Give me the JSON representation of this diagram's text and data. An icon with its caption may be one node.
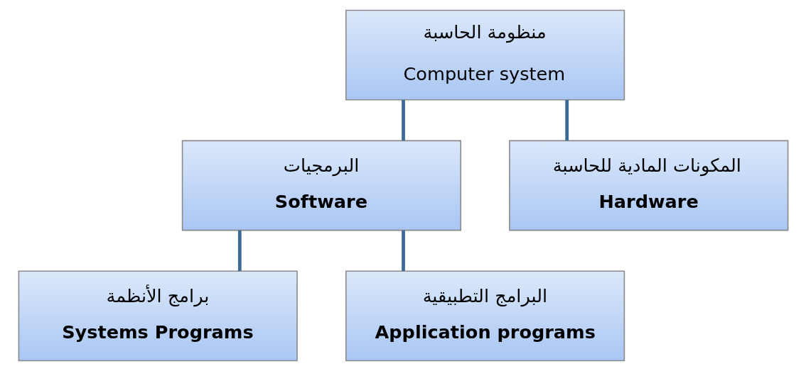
{
  "diagram": {
    "nodes": [
      {
        "text": [
          "منظومة الحاسبة",
          "Computer system"
        ]
      },
      {
        "text": [
          "البرمجيات",
          "Software"
        ]
      },
      {
        "text": [
          "المكونات المادية للحاسبة",
          "Hardware"
        ]
      },
      {
        "text": [
          "برامج الأنظمة",
          "Systems Programs"
        ]
      },
      {
        "text": [
          "البرامج التطبيقية",
          "Application programs"
        ]
      }
    ],
    "edges": [
      {
        "from": 0,
        "to": 1,
        "arrow": "none"
      },
      {
        "from": 0,
        "to": 2,
        "arrow": "none"
      },
      {
        "from": 1,
        "to": 3,
        "arrow": "none"
      },
      {
        "from": 1,
        "to": 4,
        "arrow": "none"
      }
    ]
  }
}
